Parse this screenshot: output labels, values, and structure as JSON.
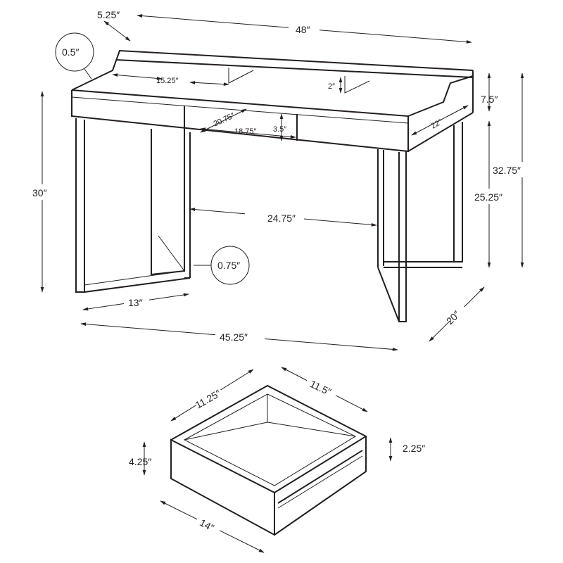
{
  "title": "Desk dimension diagram",
  "desk_labels": {
    "shelf_depth": "5.25″",
    "width": "48″",
    "top_thickness": "0.5″",
    "shelf_span": "15.25″",
    "shelf_height": "2″",
    "riser_height": "7.5″",
    "depth": "22″",
    "drawer_opening_depth": "20.75″",
    "drawer_opening_width": "18.75″",
    "drawer_opening_height": "3.5″",
    "total_height": "32.75″",
    "desk_height": "30″",
    "leg_clearance": "25.25″",
    "between_legs": "24.75″",
    "leg_thickness": "0.75″",
    "leg_depth": "13″",
    "leg_span": "45.25″",
    "base_depth": "20″"
  },
  "drawer_labels": {
    "inner_depth": "11.25″",
    "inner_width": "11.5″",
    "front_height": "4.25″",
    "inner_height": "2.25″",
    "front_width": "14″"
  }
}
